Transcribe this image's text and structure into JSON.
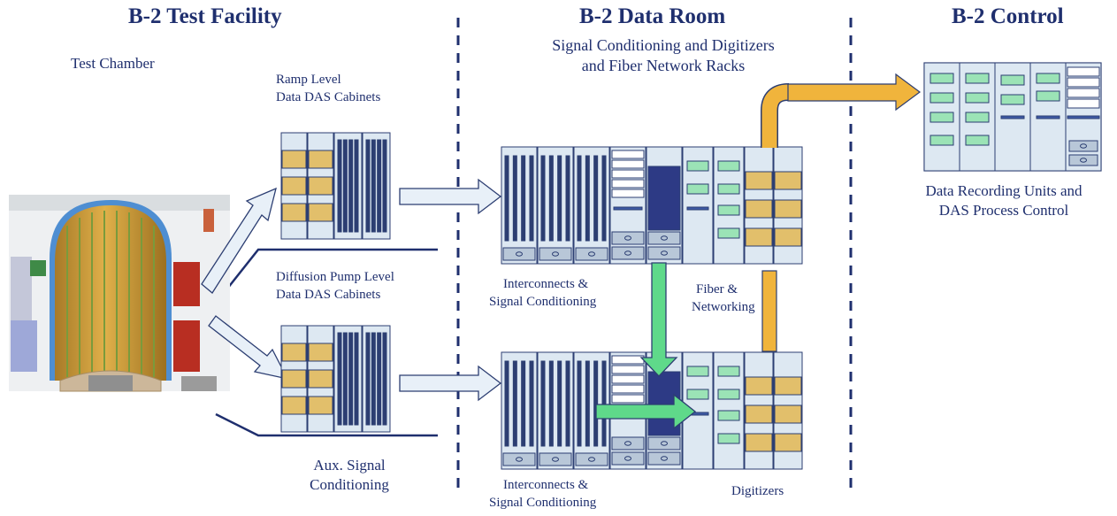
{
  "sections": {
    "test_facility": "B-2 Test Facility",
    "data_room": "B-2 Data Room",
    "control": "B-2 Control"
  },
  "labels": {
    "test_chamber": "Test Chamber",
    "ramp_level_1": "Ramp Level",
    "ramp_level_2": "Data DAS Cabinets",
    "diffusion_1": "Diffusion Pump Level",
    "diffusion_2": "Data DAS Cabinets",
    "aux_1": "Aux. Signal",
    "aux_2": "Conditioning",
    "signal_cond_1": "Signal  Conditioning and Digitizers",
    "signal_cond_2": "and Fiber Network Racks",
    "interconnects_top_1": "Interconnects &",
    "interconnects_top_2": "Signal  Conditioning",
    "interconnects_bot_1": "Interconnects &",
    "interconnects_bot_2": "Signal  Conditioning",
    "fiber_1": "Fiber &",
    "fiber_2": "Networking",
    "digitizers": "Digitizers",
    "recording_1": "Data Recording Units and",
    "recording_2": "DAS Process Control"
  },
  "colors": {
    "navy": "#1f2f6e",
    "rack_fill": "#dde8f2",
    "rack_stroke": "#2c3e72",
    "tan": "#e2bf6b",
    "green": "#9be3b6",
    "orange_arrow": "#f0b43c",
    "green_arrow": "#5fd98a",
    "light_arrow": "#e8f0f8"
  }
}
